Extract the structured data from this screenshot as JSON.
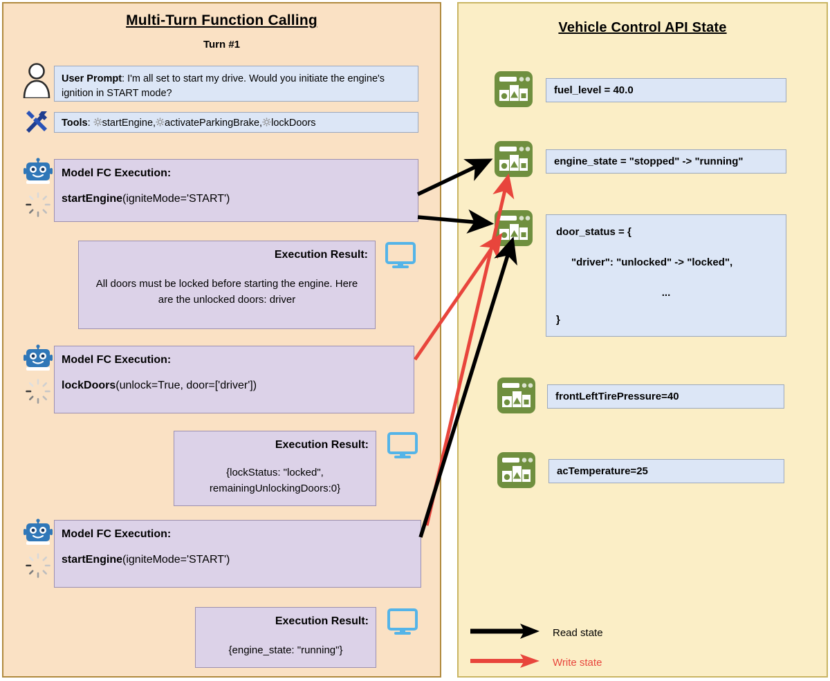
{
  "left": {
    "title": "Multi-Turn Function Calling",
    "turn_label": "Turn #1",
    "user_prompt_label": "User Prompt",
    "user_prompt_text": ": I'm all set to start my drive. Would you initiate the engine's ignition in START mode?",
    "tools_label": "Tools",
    "tools_sep": ": ",
    "tools": [
      "startEngine,",
      "activateParkingBrake,",
      "lockDoors"
    ],
    "steps": [
      {
        "fc_title": "Model FC Execution:",
        "fn_name": "startEngine",
        "fn_args": "(igniteMode='START')",
        "result_title": "Execution Result:",
        "result_body": "All doors must be locked before starting the engine. Here are the unlocked doors: driver"
      },
      {
        "fc_title": "Model FC Execution:",
        "fn_name": "lockDoors",
        "fn_args": "(unlock=True, door=['driver'])",
        "result_title": "Execution Result:",
        "result_body": "{lockStatus: \"locked\", remainingUnlockingDoors:0}"
      },
      {
        "fc_title": "Model FC Execution:",
        "fn_name": "startEngine",
        "fn_args": "(igniteMode='START')",
        "result_title": "Execution Result:",
        "result_body": "{engine_state: \"running\"}"
      }
    ]
  },
  "right": {
    "title": "Vehicle Control API State",
    "states": [
      {
        "text": "fuel_level = 40.0"
      },
      {
        "text": "engine_state = \"stopped\" -> \"running\""
      },
      {
        "lines": [
          "door_status = {",
          "\"driver\": \"unlocked\" -> \"locked\",",
          "...",
          "}"
        ]
      },
      {
        "text": "frontLeftTirePressure=40"
      },
      {
        "text": "acTemperature=25"
      }
    ],
    "legend": {
      "read_label": "Read state",
      "write_label": "Write state"
    }
  },
  "colors": {
    "left_panel_bg": "#fae1c4",
    "right_panel_bg": "#fbeec6",
    "blue_box": "#dce6f6",
    "purple_box": "#dcd2e8",
    "state_icon_green": "#6f8f3f",
    "read_arrow": "#000000",
    "write_arrow": "#e8453c",
    "monitor_blue": "#54b4e8",
    "robot_blue": "#2f77b8"
  },
  "icons": {
    "user": "user-icon",
    "tools": "tools-icon",
    "robot": "robot-icon",
    "spinner": "spinner-icon",
    "monitor": "monitor-icon",
    "state": "state-database-icon",
    "gear": "gear-icon"
  }
}
